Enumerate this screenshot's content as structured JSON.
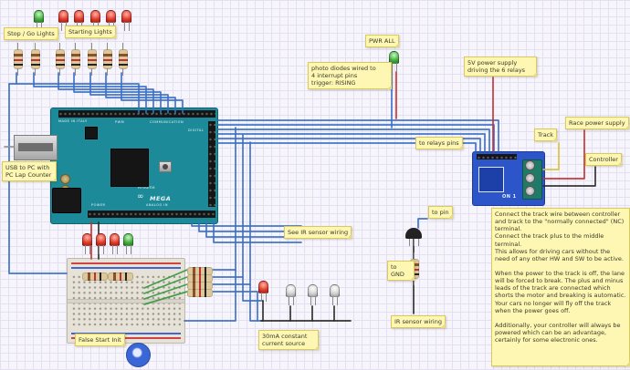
{
  "notes": {
    "stop_go": "Stop / Go Lights",
    "starting": "Starting Lights",
    "usb_pc": "USB to PC with\nPC Lap Counter",
    "pwr_all": "PWR ALL",
    "photo_diodes": "photo diodes wired to\n4 interrupt pins\ntrigger: RISING",
    "relay_supply": "5V power supply\ndriving the 6 relays",
    "to_relays": "to relays pins",
    "track": "Track",
    "race_power": "Race power supply",
    "controller": "Controller",
    "see_ir": "See IR sensor wiring",
    "to_pin": "to pin",
    "to_gnd": "to\nGND",
    "ir_wiring": "IR sensor wiring",
    "false_start": "False Start Init",
    "current_source": "30mA constant\ncurrent source",
    "track_explainer": "Connect the track wire between controller and track to the \"normally connected\" (NC) terminal.\nConnect the track plus to the middle terminal.\nThis allows for driving cars without the need of any other HW and SW to be active.\n\nWhen the power to the track is off, the lane will be forced to break. The plus and minus leads of the track are connected which shorts the motor and breaking is automatic. Your cars no longer will fly off the track when the power goes off.\n\nAdditionally, your controller will always be powered which can be an advantage, certainly for some electronic ones."
  },
  "arduino": {
    "made_in": "MADE IN ITALY",
    "logo": "∞",
    "model": "MEGA",
    "brand": "Arduino",
    "labels": {
      "pwm": "PWM",
      "communication": "COMMUNICATION",
      "digital": "DIGITAL",
      "power": "POWER",
      "analog_in": "ANALOG IN"
    }
  },
  "relay": {
    "on_label": "ON 1"
  }
}
